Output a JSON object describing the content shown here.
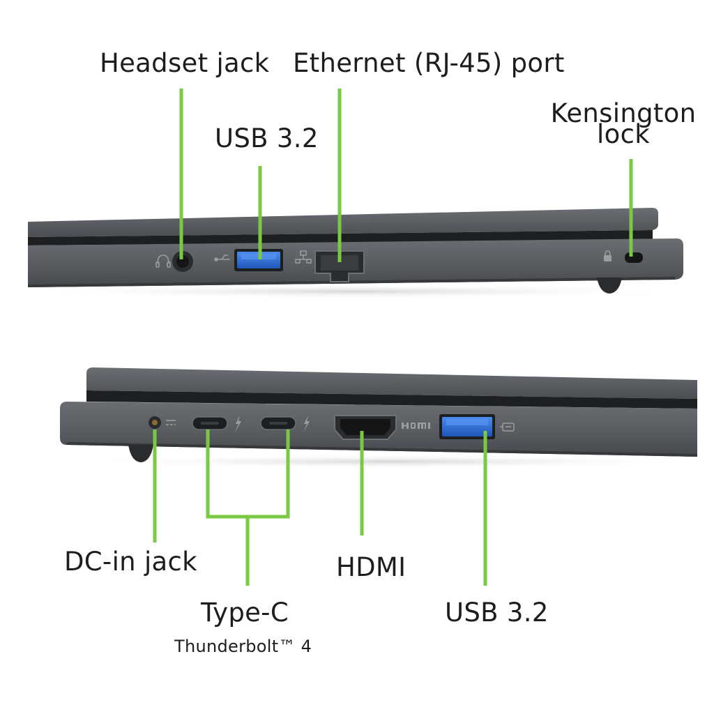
{
  "colors": {
    "callout_green": "#7ac943",
    "chassis": "#55585c",
    "chassis_dark": "#3a3c3f",
    "usb_blue": "#2f6fd8",
    "text": "#1d1d1d"
  },
  "top_view": {
    "labels": {
      "headset_jack": "Headset jack",
      "usb_a": "USB 3.2",
      "ethernet": "Ethernet (RJ-45) port",
      "kensington_line1": "Kensington",
      "kensington_line2": "lock"
    },
    "port_icons": [
      "headset-icon",
      "usb-symbol-icon",
      "network-icon",
      "lock-icon"
    ]
  },
  "bottom_view": {
    "labels": {
      "dc_in": "DC-in jack",
      "type_c": "Type-C",
      "thunderbolt": "Thunderbolt™ 4",
      "hdmi": "HDMI",
      "usb_a": "USB 3.2"
    },
    "port_icons": [
      "dc-power-icon",
      "thunderbolt-icon",
      "thunderbolt-icon",
      "hdmi-logo",
      "usb-power-icon"
    ]
  }
}
